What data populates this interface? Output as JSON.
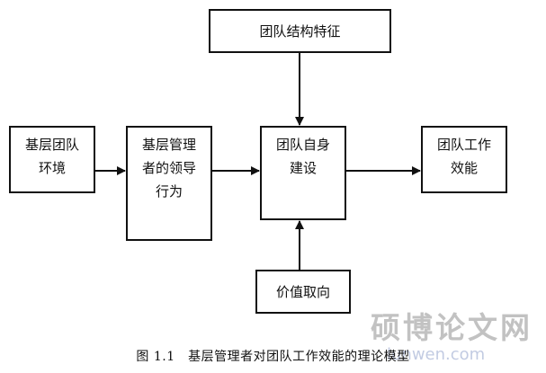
{
  "nodes": {
    "structure": {
      "lines": [
        "团队结构特征"
      ]
    },
    "environment": {
      "lines": [
        "基层团队",
        "环境"
      ]
    },
    "leader": {
      "lines": [
        "基层管理",
        "者的领导",
        "行为"
      ]
    },
    "self_build": {
      "lines": [
        "团队自身",
        "建设"
      ]
    },
    "effectiveness": {
      "lines": [
        "团队工作",
        "效能"
      ]
    },
    "value": {
      "lines": [
        "价值取向"
      ]
    }
  },
  "caption": "图 1.1　基层管理者对团队工作效能的理论模型",
  "watermark": {
    "main": "硕博论文网",
    "url": "lunwen.com"
  }
}
